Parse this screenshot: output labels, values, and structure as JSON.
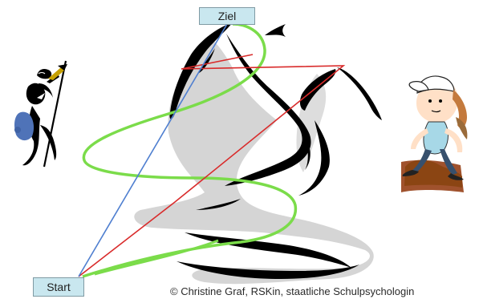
{
  "labels": {
    "goal": "Ziel",
    "start": "Start"
  },
  "copyright": "© Christine Graf, RSKin, staatliche Schulpsychologin",
  "colors": {
    "direct_path": "#4f7fd0",
    "red_path": "#d92b2b",
    "winding_path": "#7bdc4a",
    "label_fill": "#c9e7ef",
    "mountain_dark": "#000000",
    "mountain_shadow": "#d2d2d2"
  },
  "figures": {
    "left_climber": "mountaineer-with-ice-axe-icon",
    "right_hiker": "child-hiker-with-cap-icon"
  }
}
